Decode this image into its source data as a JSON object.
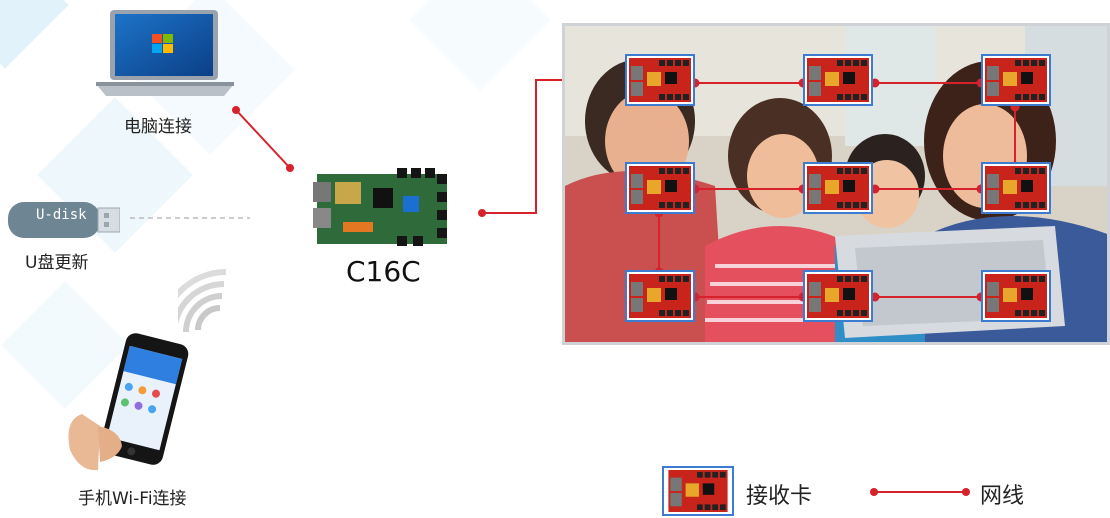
{
  "labels": {
    "computer": "电脑连接",
    "udisk_text": "U-disk",
    "udisk": "U盘更新",
    "wifi": "手机Wi-Fi连接",
    "controller": "C16C"
  },
  "legend": {
    "receiver": "接收卡",
    "cable": "网线"
  },
  "colors": {
    "line": "#d6222a",
    "card_border": "#3d7bd0",
    "pcb_red": "#c8241c",
    "pcb_green": "#2f6b3a"
  }
}
